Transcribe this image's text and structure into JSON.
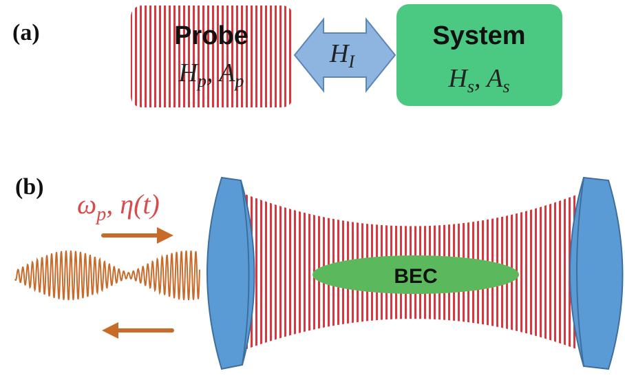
{
  "panel_a": {
    "label": "(a)",
    "probe": {
      "title": "Probe",
      "symbols": {
        "H": "H",
        "H_sub": "p",
        "A": "A",
        "A_sub": "p"
      }
    },
    "interaction": {
      "H": "H",
      "H_sub": "I"
    },
    "system": {
      "title": "System",
      "symbols": {
        "H": "H",
        "H_sub": "s",
        "A": "A",
        "A_sub": "s"
      }
    }
  },
  "panel_b": {
    "label": "(b)",
    "probe_params": {
      "omega": "ω",
      "omega_sub": "p",
      "eta": "η(t)"
    },
    "bec_label": "BEC"
  },
  "colors": {
    "stripe_red": "#d9363e",
    "system_green": "#4bc882",
    "arrow_blue": "#8db5e0",
    "arrow_blue_stroke": "#5a86b8",
    "mirror_blue": "#5b9bd5",
    "mirror_stroke": "#3d6e9c",
    "bec_green": "#5cb85c",
    "wave_orange": "#c76a2a",
    "param_red": "#d94a4a"
  }
}
